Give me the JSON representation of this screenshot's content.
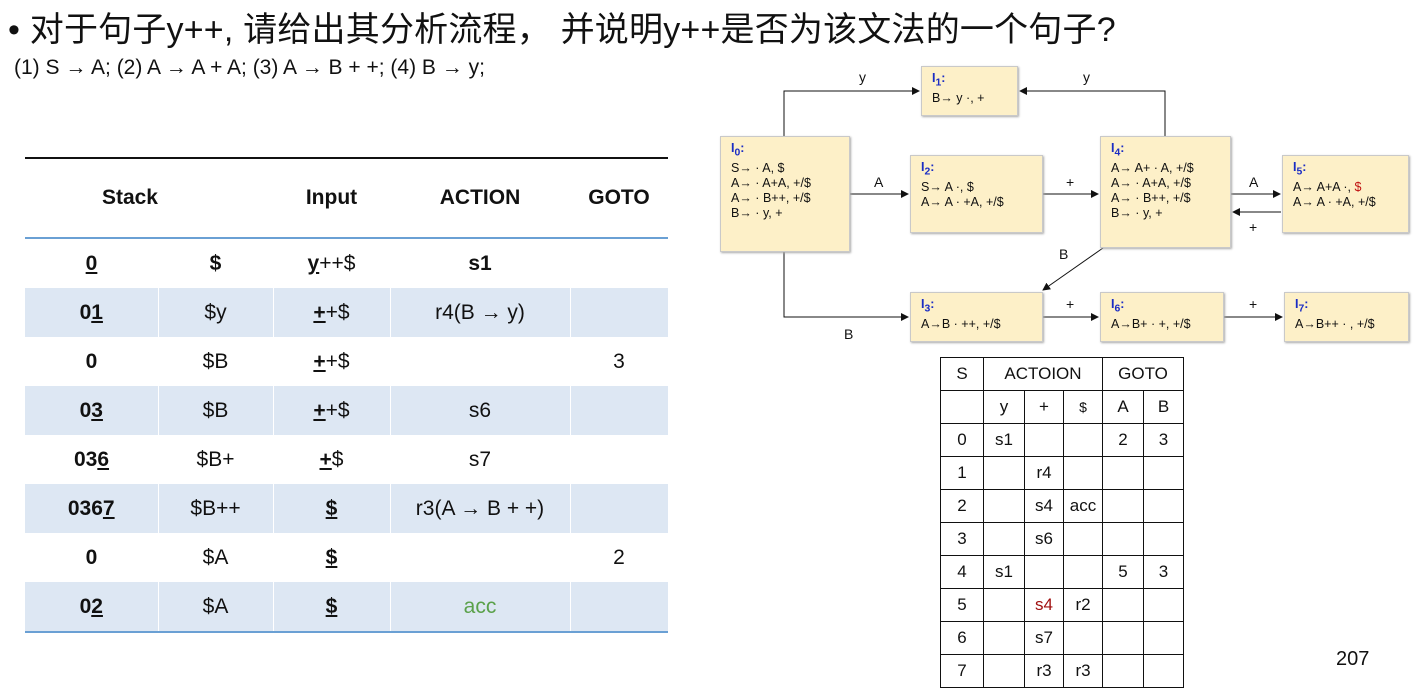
{
  "title": "• 对于句子y++, 请给出其分析流程， 并说明y++是否为该文法的一个句子?",
  "grammar": "(1) S → A;   (2) A → A + A;   (3) A → B + +;   (4) B → y;",
  "trace": {
    "headers": [
      "Stack",
      "",
      "Input",
      "ACTION",
      "GOTO"
    ],
    "rows": [
      {
        "st_a": "0",
        "st_b": "",
        "sym": "$",
        "in_a": "y",
        "in_b": "++$",
        "action": "s1",
        "goto": ""
      },
      {
        "st_a": "0",
        "st_b": "1",
        "sym": "$y",
        "in_a": "+",
        "in_b": "+$",
        "action": "r4(B → y)",
        "goto": ""
      },
      {
        "st_a": "0",
        "st_b": "",
        "sym": "$B",
        "in_a": "+",
        "in_b": "+$",
        "action": "",
        "goto": "3"
      },
      {
        "st_a": "0",
        "st_b": "3",
        "sym": "$B",
        "in_a": "+",
        "in_b": "+$",
        "action": "s6",
        "goto": ""
      },
      {
        "st_a": "03",
        "st_b": "6",
        "sym": "$B+",
        "in_a": "+",
        "in_b": "$",
        "action": "s7",
        "goto": ""
      },
      {
        "st_a": "036",
        "st_b": "7",
        "sym": "$B++",
        "in_a": "$",
        "in_b": "",
        "action": "r3(A → B + +)",
        "goto": ""
      },
      {
        "st_a": "0",
        "st_b": "",
        "sym": "$A",
        "in_a": "$",
        "in_b": "",
        "action": "",
        "goto": "2"
      },
      {
        "st_a": "0",
        "st_b": "2",
        "sym": "$A",
        "in_a": "$",
        "in_b": "",
        "action": "acc",
        "goto": ""
      }
    ]
  },
  "dfa": {
    "nodes": {
      "I0": {
        "name": "I",
        "sub": "0",
        "lines": [
          "S→ · A,  $",
          "A→ · A+A,  +/$",
          "A→ · B++,  +/$",
          "B→ · y,  +"
        ]
      },
      "I1": {
        "name": "I",
        "sub": "1",
        "lines": [
          "B→ y ·,  +"
        ]
      },
      "I2": {
        "name": "I",
        "sub": "2",
        "lines": [
          "S→ A ·,  $",
          "A→ A · +A,  +/$"
        ]
      },
      "I3": {
        "name": "I",
        "sub": "3",
        "lines": [
          "A→B · ++,  +/$"
        ]
      },
      "I4": {
        "name": "I",
        "sub": "4",
        "lines": [
          "A→ A+ · A,  +/$",
          "A→ · A+A,  +/$",
          "A→ · B++,  +/$",
          "B→ · y,  +"
        ]
      },
      "I5": {
        "name": "I",
        "sub": "5",
        "line1": "A→ A+A ·, ",
        "line1_red": "$",
        "line2": "A→ A · +A,  +/$"
      },
      "I6": {
        "name": "I",
        "sub": "6",
        "lines": [
          "A→B+ · +,  +/$"
        ]
      },
      "I7": {
        "name": "I",
        "sub": "7",
        "lines": [
          "A→B++ · ,  +/$"
        ]
      }
    },
    "edge_labels": {
      "i0_i1": "y",
      "i4_i1": "y",
      "i0_i2": "A",
      "i2_i4": "+",
      "i4_i5": "A",
      "i5_i4": "+",
      "i4_i3": "B",
      "i0_i3": "B",
      "i3_i6": "+",
      "i6_i7": "+"
    }
  },
  "lr_table": {
    "header1": [
      "S",
      "ACTOION",
      "GOTO"
    ],
    "header2": [
      "",
      "y",
      "+",
      "$",
      "A",
      "B"
    ],
    "rows": [
      [
        "0",
        "s1",
        "",
        "",
        "2",
        "3"
      ],
      [
        "1",
        "",
        "r4",
        "",
        "",
        ""
      ],
      [
        "2",
        "",
        "s4",
        "acc",
        "",
        ""
      ],
      [
        "3",
        "",
        "s6",
        "",
        "",
        ""
      ],
      [
        "4",
        "s1",
        "",
        "",
        "5",
        "3"
      ],
      [
        "5",
        "",
        "s4",
        "r2",
        "",
        ""
      ],
      [
        "6",
        "",
        "s7",
        "",
        "",
        ""
      ],
      [
        "7",
        "",
        "r3",
        "r3",
        "",
        ""
      ]
    ],
    "highlight_color": "#a01010"
  },
  "page_number": "207",
  "colors": {
    "node_fill": "#fdf0c8",
    "row_alt": "#dde7f3",
    "rule_blue": "#6aa0d4",
    "acc_green": "#5aa14a",
    "state_blue": "#1a2cc4"
  }
}
